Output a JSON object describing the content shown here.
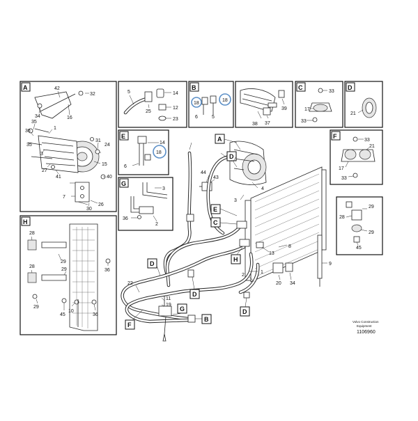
{
  "diagram": {
    "type": "exploded-parts-diagram",
    "subject": "air conditioning hoses, compressor and condenser"
  },
  "footer": {
    "brand_line1": "Volvo Construction",
    "brand_line2": "Equipment",
    "drawing_number": "1106960"
  },
  "detail_views": {
    "A": {
      "label": "A",
      "parts": [
        "42",
        "32",
        "34",
        "16",
        "35",
        "36",
        "1",
        "3",
        "31",
        "24",
        "15",
        "27",
        "41",
        "40",
        "7",
        "30",
        "26"
      ]
    },
    "p5": {
      "parts": [
        "5",
        "14",
        "25",
        "12",
        "23"
      ]
    },
    "B": {
      "label": "B",
      "parts": [
        "18",
        "18",
        "6",
        "5"
      ]
    },
    "comp": {
      "parts": [
        "39",
        "38",
        "37"
      ]
    },
    "C": {
      "label": "C",
      "parts": [
        "33",
        "17",
        "33"
      ]
    },
    "D": {
      "label": "D",
      "parts": [
        "21"
      ]
    },
    "E": {
      "label": "E",
      "parts": [
        "14",
        "18",
        "6"
      ]
    },
    "G": {
      "label": "G",
      "parts": [
        "3",
        "36",
        "2"
      ]
    },
    "F": {
      "label": "F",
      "parts": [
        "33",
        "21",
        "17",
        "33"
      ]
    },
    "H": {
      "label": "H",
      "parts": [
        "28",
        "29",
        "28",
        "29",
        "29",
        "45",
        "10",
        "36",
        "36"
      ]
    },
    "right": {
      "parts": [
        "29",
        "28",
        "29",
        "45"
      ]
    }
  },
  "main_callouts": {
    "tags": [
      "A",
      "D",
      "E",
      "C",
      "H",
      "D",
      "D",
      "D",
      "G",
      "B",
      "F"
    ],
    "numbers": [
      "44",
      "43",
      "4",
      "3",
      "8",
      "13",
      "9",
      "1",
      "2",
      "20",
      "34",
      "22",
      "11",
      "19"
    ]
  }
}
